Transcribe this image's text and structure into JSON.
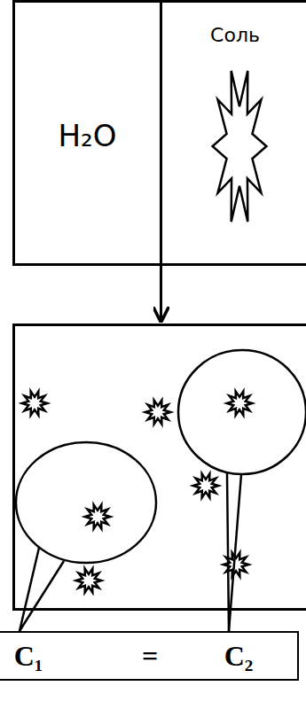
{
  "diagram": {
    "nodes": [
      {
        "text": [
          "H₂O"
        ]
      },
      {
        "text": [
          "Соль"
        ]
      },
      {
        "text": [
          "C₁",
          "=",
          "C₂"
        ]
      }
    ]
  }
}
